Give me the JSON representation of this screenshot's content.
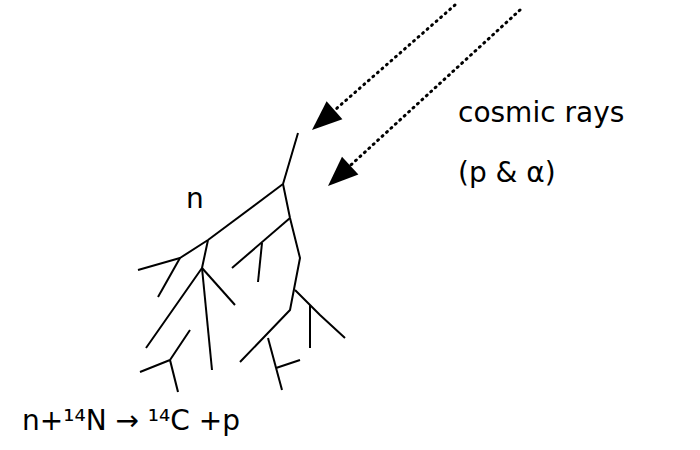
{
  "diagram": {
    "labels": [
      "cosmic rays (p & α)",
      "n",
      "n+¹⁴N → ¹⁴C +p"
    ]
  }
}
